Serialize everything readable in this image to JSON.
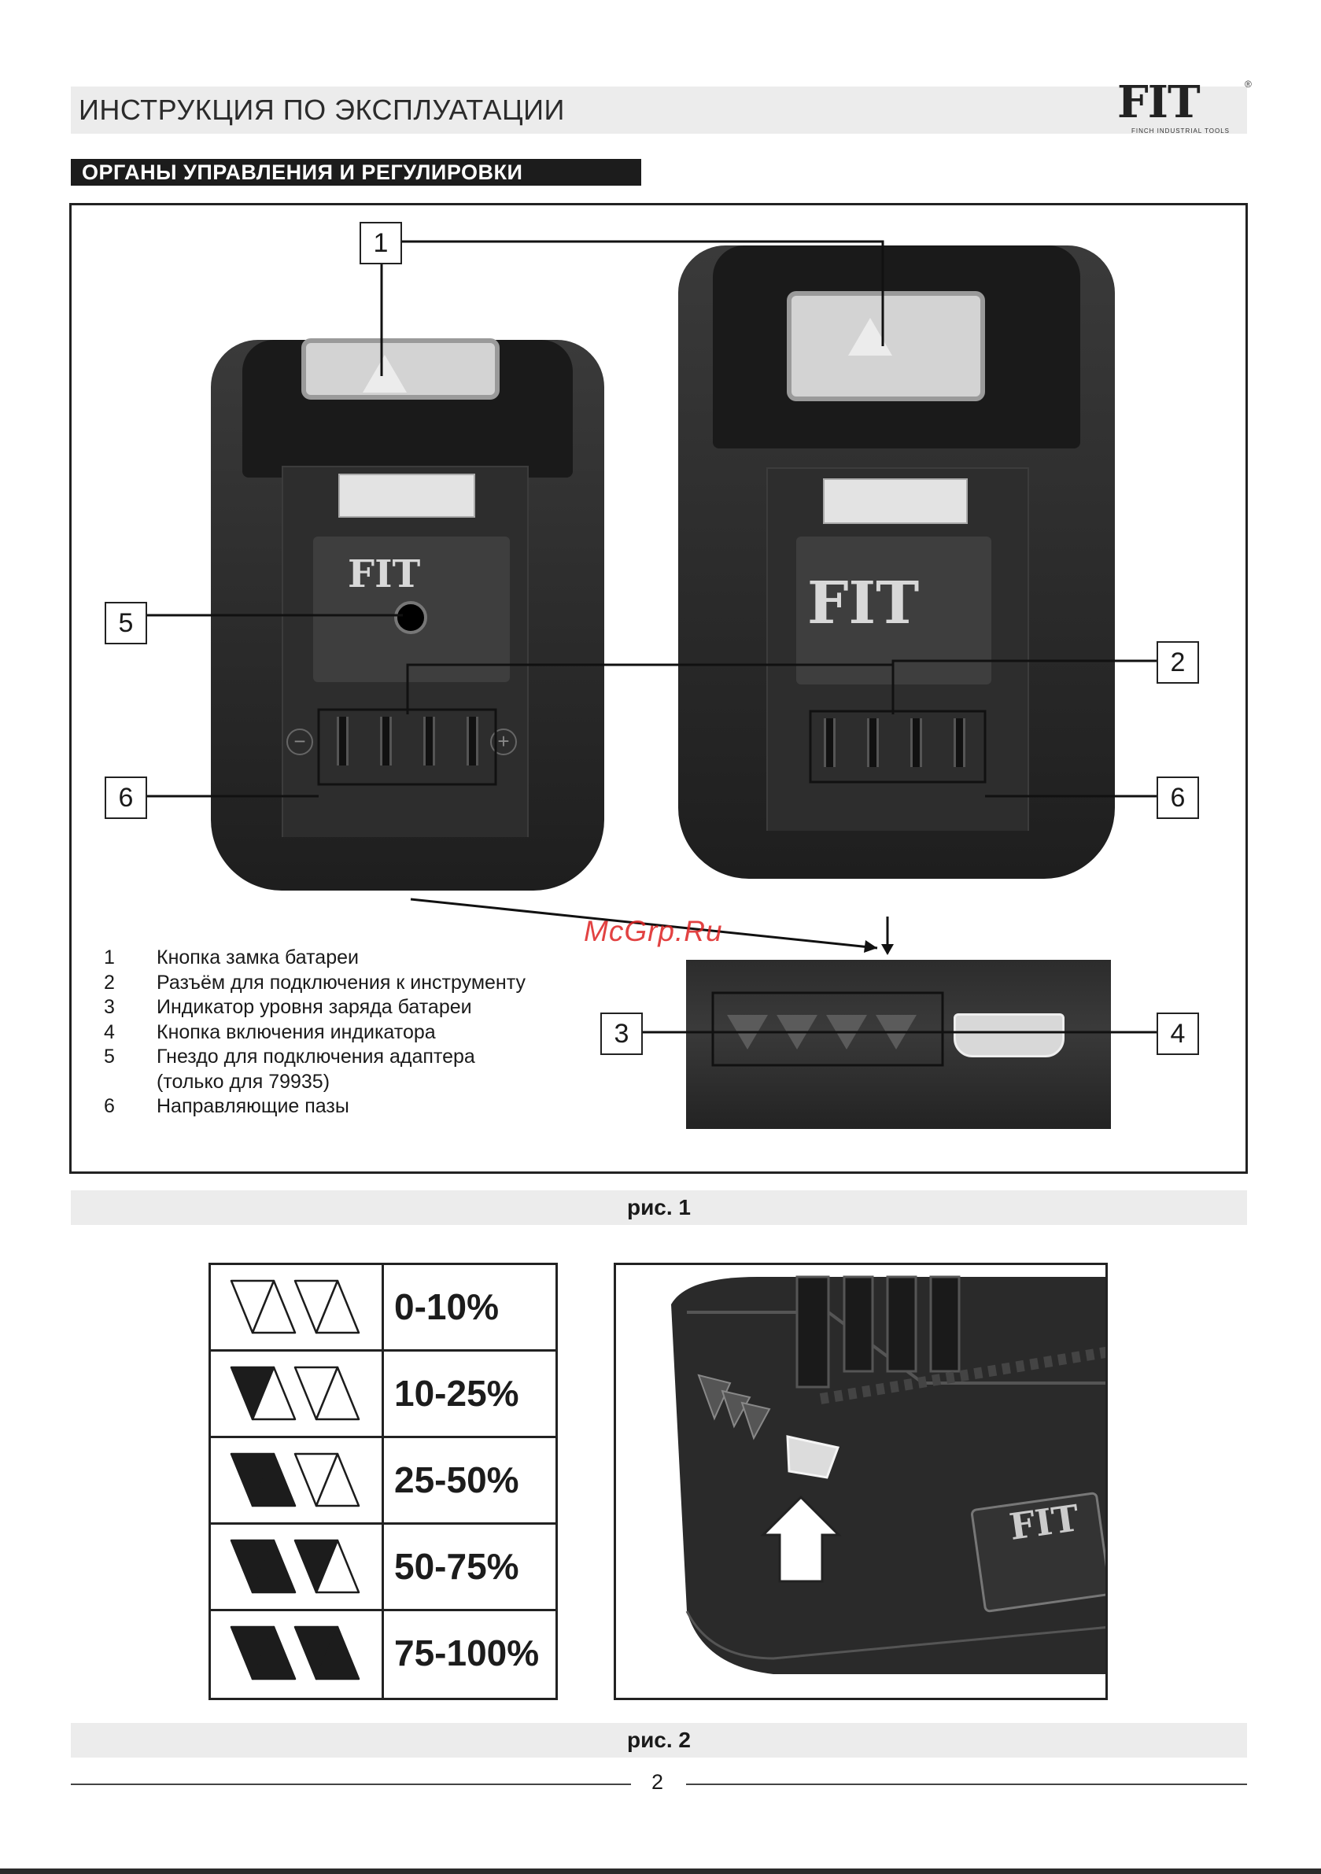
{
  "header": {
    "title": "ИНСТРУКЦИЯ ПО ЭКСПЛУАТАЦИИ",
    "logo_text": "FIT",
    "logo_subtitle": "FINCH INDUSTRIAL TOOLS",
    "logo_mark": "®"
  },
  "section": {
    "title": "ОРГАНЫ УПРАВЛЕНИЯ И РЕГУЛИРОВКИ"
  },
  "figure1": {
    "callouts": [
      "1",
      "2",
      "3",
      "4",
      "5",
      "6",
      "6"
    ],
    "battery_label_logo": "FIT",
    "legend": [
      {
        "num": "1",
        "text": "Кнопка замка батареи"
      },
      {
        "num": "2",
        "text": "Разъём для подключения к инструменту"
      },
      {
        "num": "3",
        "text": "Индикатор уровня заряда батареи"
      },
      {
        "num": "4",
        "text": "Кнопка включения индикатора"
      },
      {
        "num": "5",
        "text": "Гнездо для подключения адаптера"
      },
      {
        "num": "",
        "text": "(только для 79935)"
      },
      {
        "num": "6",
        "text": "Направляющие пазы"
      }
    ],
    "caption": "рис. 1",
    "watermark": "McGrp.Ru"
  },
  "figure2": {
    "charge_levels": [
      {
        "filled": 0,
        "label": "0-10%"
      },
      {
        "filled": 1,
        "label": "10-25%"
      },
      {
        "filled": 2,
        "label": "25-50%"
      },
      {
        "filled": 3,
        "label": "50-75%"
      },
      {
        "filled": 4,
        "label": "75-100%"
      }
    ],
    "photo_logo": "FIT",
    "caption": "рис. 2"
  },
  "footer": {
    "page_number": "2"
  }
}
